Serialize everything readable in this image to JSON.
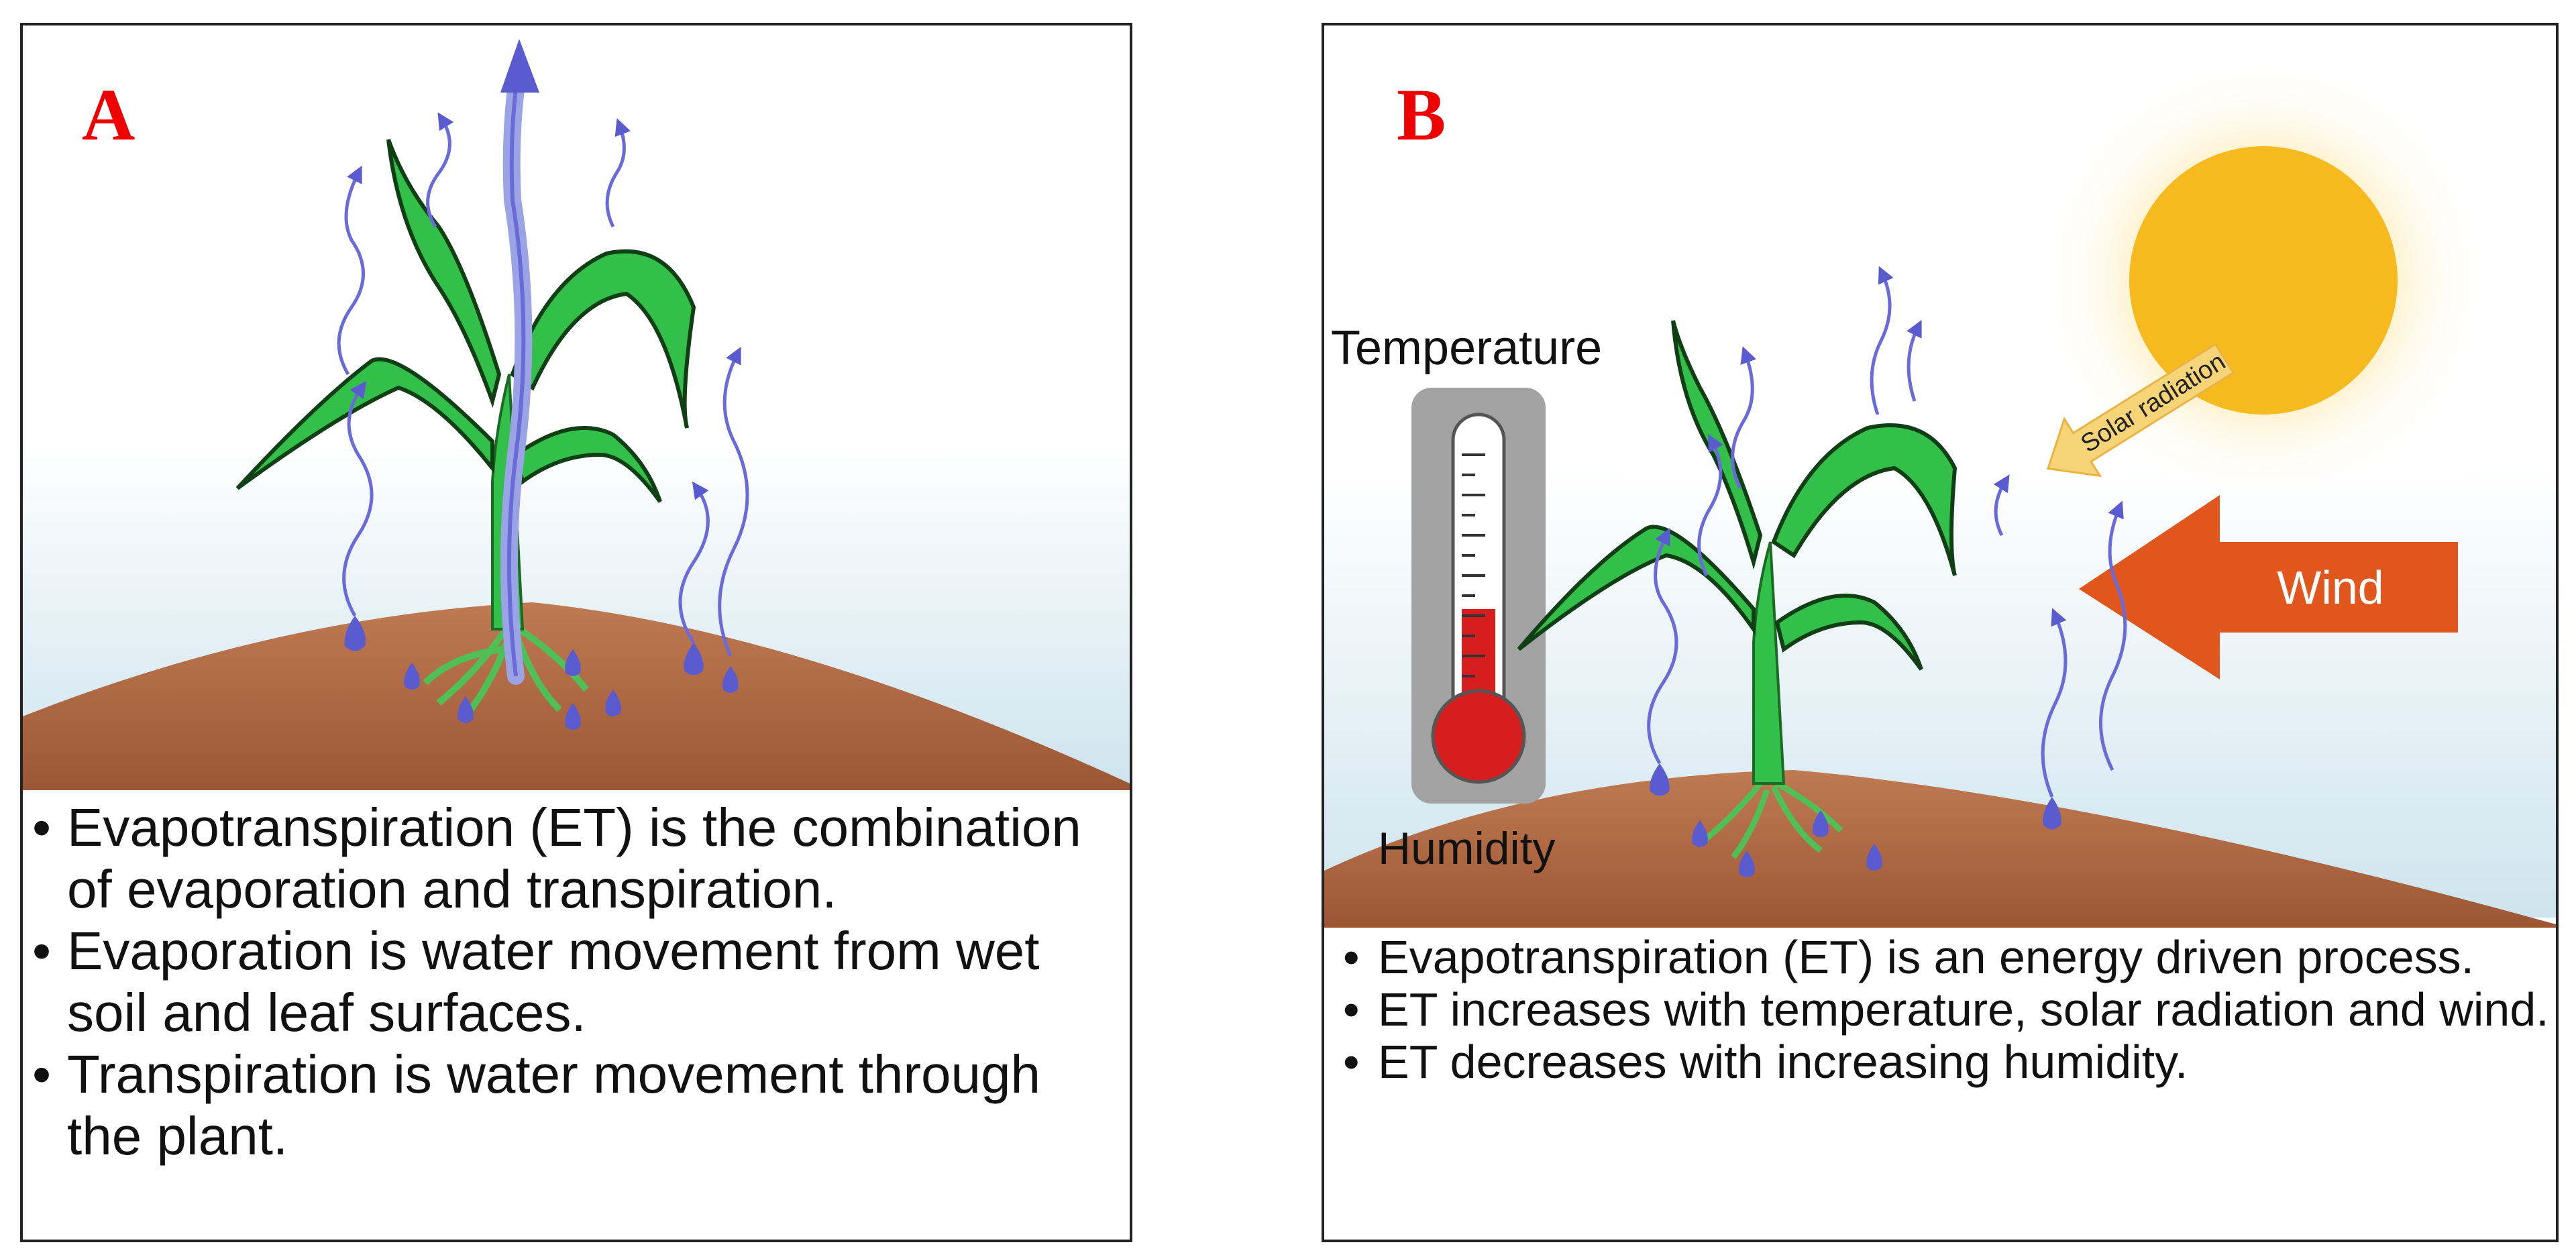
{
  "panel_a": {
    "label": "A",
    "bullets": [
      "Evapotranspiration (ET) is the combination of evaporation and transpiration.",
      "Evaporation is water movement from wet soil and leaf surfaces.",
      "Transpiration is water movement through the plant."
    ]
  },
  "panel_b": {
    "label": "B",
    "temperature_label": "Temperature",
    "humidity_label": "Humidity",
    "solar_label": "Solar radiation",
    "wind_label": "Wind",
    "bullets": [
      "Evapotranspiration (ET) is an energy driven process.",
      "ET increases with temperature, solar radiation and wind.",
      "ET decreases with increasing humidity."
    ]
  },
  "colors": {
    "label_red": "#ee0000",
    "water_arrow": "#6a6ad8",
    "leaf_green": "#33c04a",
    "soil_brown": "#b46a45",
    "sun_yellow": "#f6b91e",
    "wind_orange": "#e0561c",
    "thermometer_red": "#d61e1e"
  }
}
